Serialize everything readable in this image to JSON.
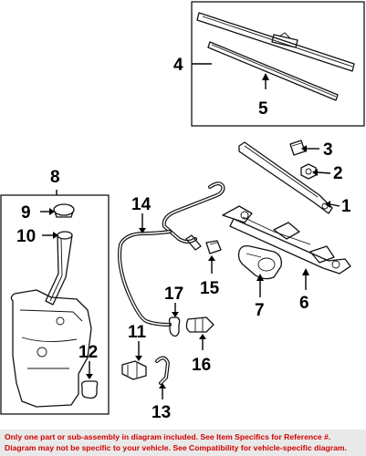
{
  "diagram": {
    "callouts": [
      "1",
      "2",
      "3",
      "4",
      "5",
      "6",
      "7",
      "8",
      "9",
      "10",
      "11",
      "12",
      "13",
      "14",
      "15",
      "16",
      "17"
    ]
  },
  "footer": {
    "line1": "Only one part or sub-assembly in diagram included. See Item Specifics for Reference #.",
    "line2": "Diagram may not be specific to your vehicle. See Compatibility for vehicle-specific diagram."
  }
}
